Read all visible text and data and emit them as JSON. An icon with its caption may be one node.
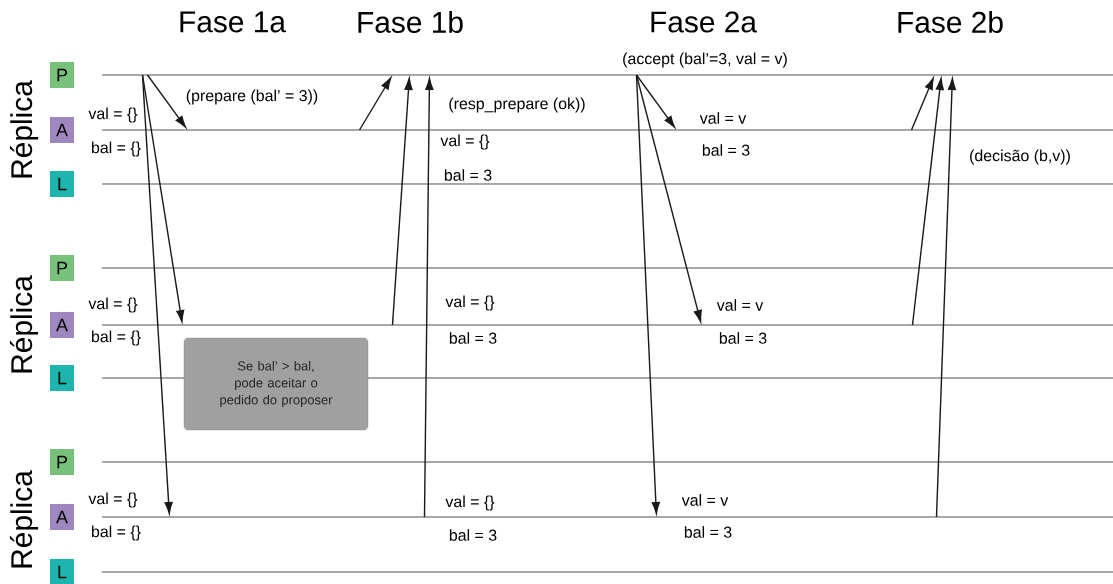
{
  "diagram": {
    "nodes": [
      {
        "text": [
          "P"
        ]
      },
      {
        "text": [],
        "shape": "line"
      },
      {
        "text": [
          "A"
        ]
      },
      {
        "text": [],
        "shape": "line"
      },
      {
        "text": [
          "L"
        ]
      },
      {
        "text": [],
        "shape": "line"
      },
      {
        "text": [
          "P"
        ]
      },
      {
        "text": [],
        "shape": "line"
      },
      {
        "text": [
          "A"
        ]
      },
      {
        "text": [],
        "shape": "line"
      },
      {
        "text": [
          "L"
        ]
      },
      {
        "text": [],
        "shape": "line"
      },
      {
        "text": [
          "P"
        ]
      },
      {
        "text": [],
        "shape": "line"
      },
      {
        "text": [
          "A"
        ]
      },
      {
        "text": [],
        "shape": "line"
      },
      {
        "text": [
          "L"
        ]
      },
      {
        "text": [],
        "shape": "line"
      },
      {
        "text": [
          "Se bal’ > bal, pode aceitar o pedido do proposer"
        ]
      }
    ],
    "edges": [
      {
        "from": 1,
        "to": 3,
        "arrow": "to",
        "label": "(prepare (bal’ = 3))"
      },
      {
        "from": 1,
        "to": 9,
        "arrow": "to"
      },
      {
        "from": 1,
        "to": 15,
        "arrow": "to"
      },
      {
        "from": 3,
        "to": 1,
        "arrow": "to"
      },
      {
        "from": 9,
        "to": 1,
        "arrow": "to"
      },
      {
        "from": 15,
        "to": 1,
        "arrow": "to",
        "label": "(resp_prepare (ok))"
      },
      {
        "from": 1,
        "to": 3,
        "arrow": "to",
        "label": "(accept (bal’=3, val = v)"
      },
      {
        "from": 1,
        "to": 9,
        "arrow": "to"
      },
      {
        "from": 1,
        "to": 15,
        "arrow": "to"
      },
      {
        "from": 3,
        "to": 1,
        "arrow": "to"
      },
      {
        "from": 9,
        "to": 1,
        "arrow": "to"
      },
      {
        "from": 15,
        "to": 1,
        "arrow": "to",
        "label": "(decisão (b,v))"
      }
    ],
    "labels": [
      "Fase 1a",
      "Fase 1b",
      "Fase 2a",
      "Fase 2b",
      "Réplica",
      "Réplica",
      "Réplica",
      "val = {}",
      "bal = {}",
      "val = {}",
      "bal = 3",
      "val = v",
      "bal = 3",
      "val = {}",
      "bal = {}",
      "val = {}",
      "bal = 3",
      "val = v",
      "bal = 3",
      "val = {}",
      "bal = {}",
      "val = {}",
      "bal = 3",
      "val = v",
      "bal = 3"
    ]
  }
}
